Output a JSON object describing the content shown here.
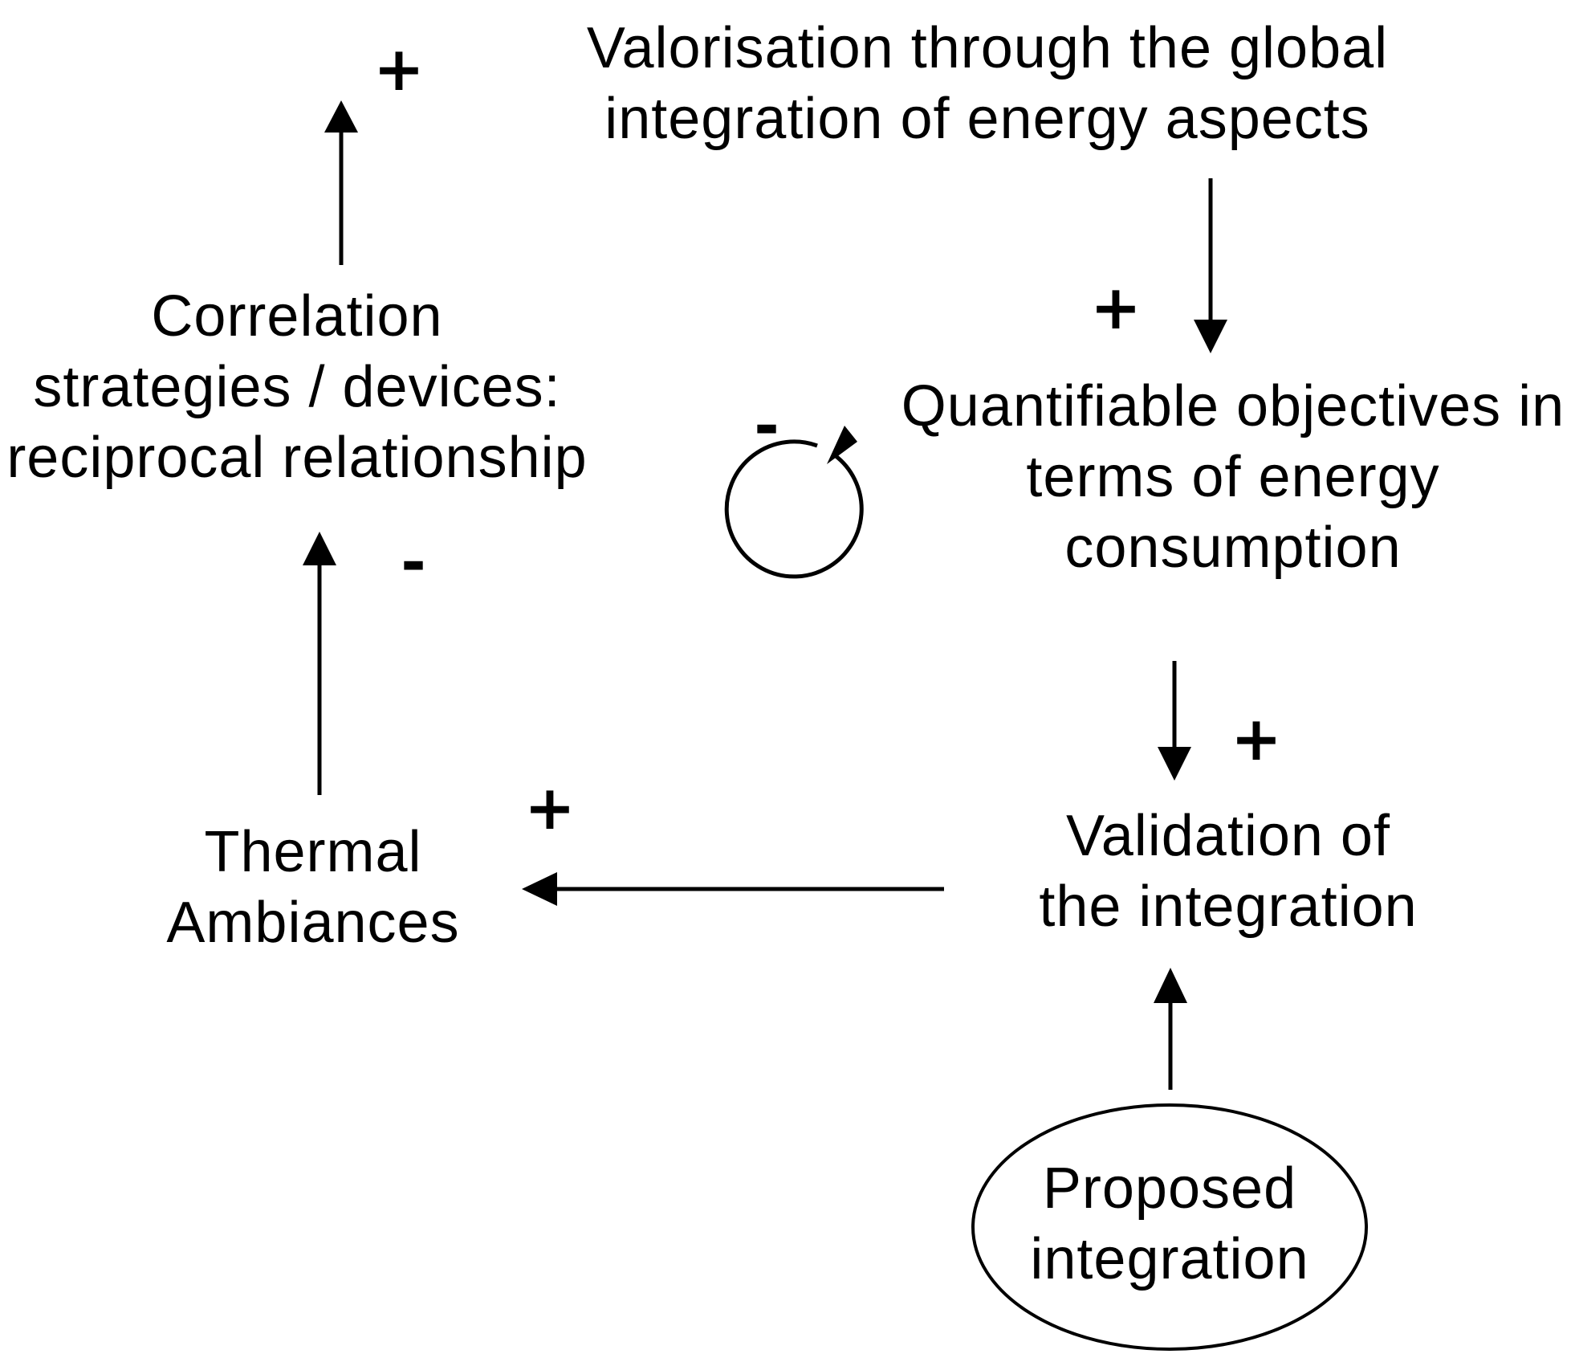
{
  "nodes": {
    "valorisation": [
      "Valorisation through the global",
      "integration of energy aspects"
    ],
    "correlation": [
      "Correlation",
      "strategies / devices:",
      "reciprocal relationship"
    ],
    "quantifiable": [
      "Quantifiable objectives in",
      "terms of energy",
      "consumption"
    ],
    "thermal": [
      "Thermal",
      "Ambiances"
    ],
    "validation": [
      "Validation of",
      "the integration"
    ],
    "proposed": [
      "Proposed",
      "integration"
    ]
  },
  "signs": {
    "correlation_out": "+",
    "valorisation_to_quantifiable": "+",
    "loop": "-",
    "thermal_to_correlation": "-",
    "quantifiable_to_validation": "+",
    "validation_to_thermal": "+"
  }
}
